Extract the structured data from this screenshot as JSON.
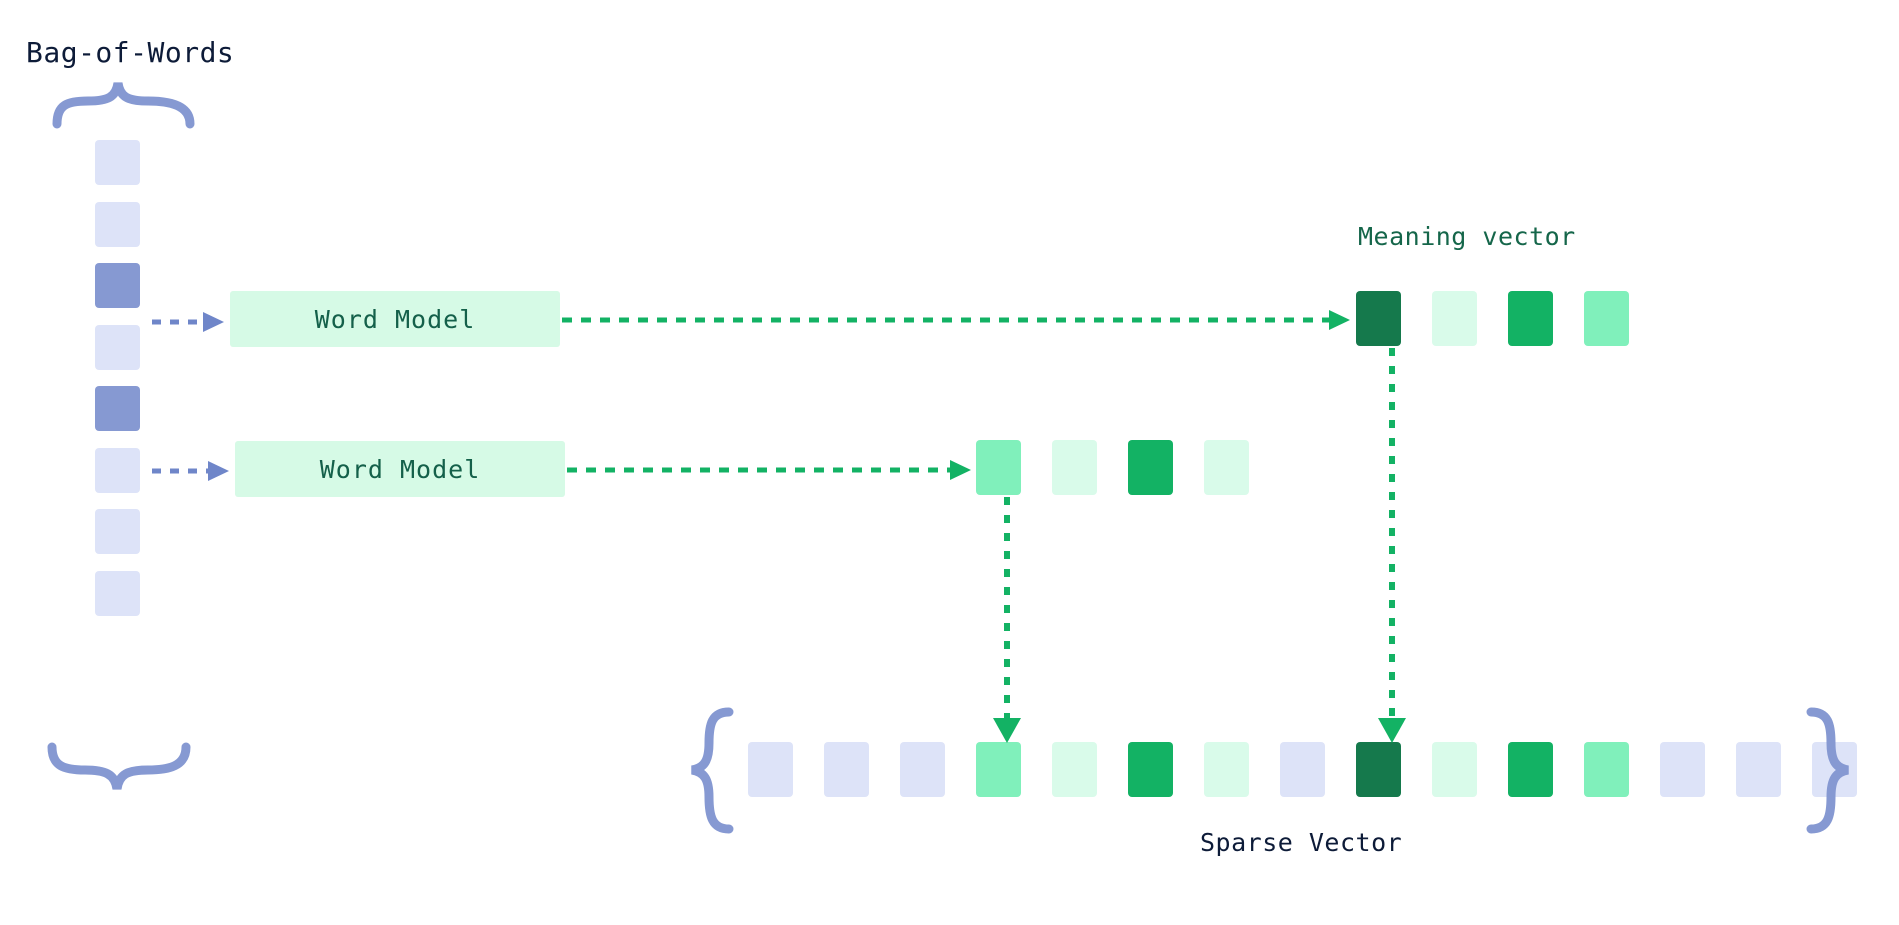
{
  "colors": {
    "background": "#ffffff",
    "lavender_empty": "#dde3f8",
    "lavender_active": "#8699d2",
    "brace": "#8699d2",
    "green_dark": "#15794c",
    "green_medium": "#13b264",
    "green_light_medium": "#80f0bb",
    "green_very_light": "#d9fbea",
    "mint_box": "#d6fae6",
    "text_navy": "#0d1b38",
    "text_green": "#15664a",
    "arrow_green": "#13b264",
    "arrow_blue": "#6f86c9"
  },
  "labels": {
    "bag_of_words": "Bag-of-Words",
    "meaning_vector": "Meaning vector",
    "sparse_vector": "Sparse Vector"
  },
  "bag_of_words": {
    "count": 8,
    "cells": [
      {
        "index": 0,
        "state": "empty",
        "color": "#dde3f8"
      },
      {
        "index": 1,
        "state": "empty",
        "color": "#dde3f8"
      },
      {
        "index": 2,
        "state": "active",
        "color": "#8699d2"
      },
      {
        "index": 3,
        "state": "empty",
        "color": "#dde3f8"
      },
      {
        "index": 4,
        "state": "active",
        "color": "#8699d2"
      },
      {
        "index": 5,
        "state": "empty",
        "color": "#dde3f8"
      },
      {
        "index": 6,
        "state": "empty",
        "color": "#dde3f8"
      },
      {
        "index": 7,
        "state": "empty",
        "color": "#dde3f8"
      }
    ]
  },
  "word_models": [
    {
      "id": "word-model-1",
      "label": "Word Model"
    },
    {
      "id": "word-model-2",
      "label": "Word Model"
    }
  ],
  "meaning_vectors": [
    {
      "id": "meaning-vector-1",
      "source_word_model": "word-model-1",
      "cells": [
        {
          "index": 0,
          "intensity": "dark",
          "color": "#15794c"
        },
        {
          "index": 1,
          "intensity": "very-light",
          "color": "#d9fbea"
        },
        {
          "index": 2,
          "intensity": "medium",
          "color": "#13b264"
        },
        {
          "index": 3,
          "intensity": "light-medium",
          "color": "#80f0bb"
        }
      ]
    },
    {
      "id": "meaning-vector-2",
      "source_word_model": "word-model-2",
      "cells": [
        {
          "index": 0,
          "intensity": "light-medium",
          "color": "#80f0bb"
        },
        {
          "index": 1,
          "intensity": "very-light",
          "color": "#d9fbea"
        },
        {
          "index": 2,
          "intensity": "medium",
          "color": "#13b264"
        },
        {
          "index": 3,
          "intensity": "very-light",
          "color": "#d9fbea"
        }
      ]
    }
  ],
  "sparse_vector": {
    "count": 15,
    "cells": [
      {
        "index": 0,
        "kind": "empty",
        "intensity": "empty",
        "color": "#dde3f8"
      },
      {
        "index": 1,
        "kind": "empty",
        "intensity": "empty",
        "color": "#dde3f8"
      },
      {
        "index": 2,
        "kind": "empty",
        "intensity": "empty",
        "color": "#dde3f8"
      },
      {
        "index": 3,
        "kind": "filled",
        "intensity": "light-medium",
        "color": "#80f0bb"
      },
      {
        "index": 4,
        "kind": "filled",
        "intensity": "very-light",
        "color": "#d9fbea"
      },
      {
        "index": 5,
        "kind": "filled",
        "intensity": "medium",
        "color": "#13b264"
      },
      {
        "index": 6,
        "kind": "filled",
        "intensity": "very-light",
        "color": "#d9fbea"
      },
      {
        "index": 7,
        "kind": "empty",
        "intensity": "empty",
        "color": "#dde3f8"
      },
      {
        "index": 8,
        "kind": "filled",
        "intensity": "dark",
        "color": "#15794c"
      },
      {
        "index": 9,
        "kind": "filled",
        "intensity": "very-light",
        "color": "#d9fbea"
      },
      {
        "index": 10,
        "kind": "filled",
        "intensity": "medium",
        "color": "#13b264"
      },
      {
        "index": 11,
        "kind": "filled",
        "intensity": "light-medium",
        "color": "#80f0bb"
      },
      {
        "index": 12,
        "kind": "empty",
        "intensity": "empty",
        "color": "#dde3f8"
      },
      {
        "index": 13,
        "kind": "empty",
        "intensity": "empty",
        "color": "#dde3f8"
      },
      {
        "index": 14,
        "kind": "empty",
        "intensity": "empty",
        "color": "#dde3f8"
      }
    ]
  },
  "connectors": [
    {
      "id": "bow-to-wm-1",
      "style": "dashed",
      "color": "#6f86c9",
      "orientation": "horizontal"
    },
    {
      "id": "bow-to-wm-2",
      "style": "dashed",
      "color": "#6f86c9",
      "orientation": "horizontal"
    },
    {
      "id": "wm-1-to-mv-1",
      "style": "dashed",
      "color": "#13b264",
      "orientation": "horizontal"
    },
    {
      "id": "wm-2-to-mv-2",
      "style": "dashed",
      "color": "#13b264",
      "orientation": "horizontal"
    },
    {
      "id": "mv-1-to-sparse",
      "style": "dotted",
      "color": "#13b264",
      "orientation": "vertical"
    },
    {
      "id": "mv-2-to-sparse",
      "style": "dotted",
      "color": "#13b264",
      "orientation": "vertical"
    }
  ]
}
